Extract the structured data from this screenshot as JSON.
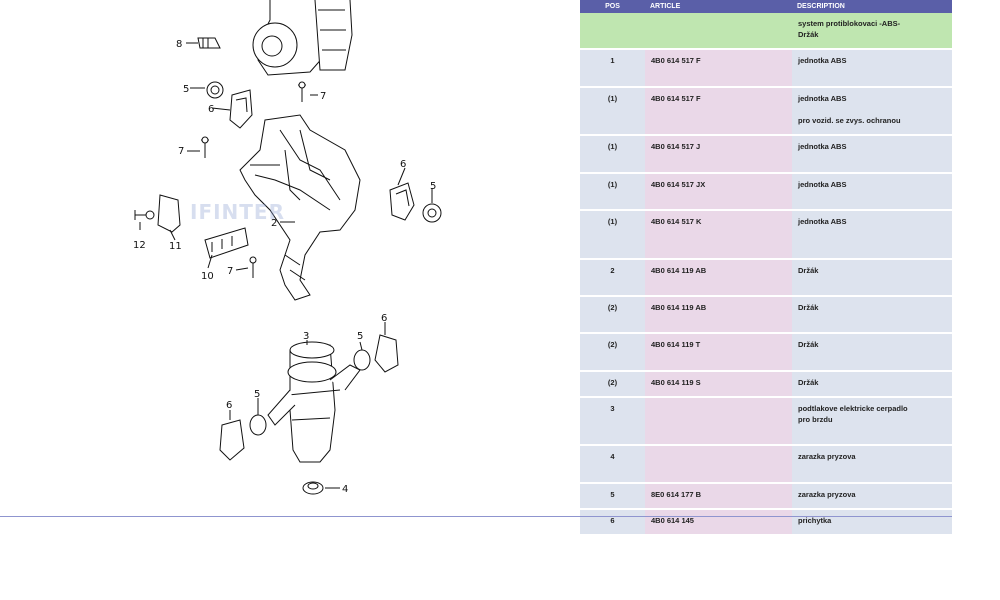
{
  "table": {
    "headers": {
      "pos": "POS",
      "article": "ARTICLE",
      "description": "DESCRIPTION"
    },
    "rows": [
      {
        "pos": "",
        "article": "",
        "desc": "system protiblokovaci    -ABS-",
        "desc2": "Držák",
        "kind": "header",
        "h": 35
      },
      {
        "pos": "1",
        "article": "4B0 614 517 F",
        "desc": "jednotka ABS",
        "desc2": "",
        "kind": "item",
        "h": 36
      },
      {
        "pos": "(1)",
        "article": "4B0 614 517 F",
        "desc": "jednotka ABS",
        "desc2": "pro vozid. se zvys. ochranou",
        "kind": "item",
        "h": 46
      },
      {
        "pos": "(1)",
        "article": "4B0 614 517 J",
        "desc": "jednotka ABS",
        "desc2": "",
        "kind": "item",
        "h": 36
      },
      {
        "pos": "(1)",
        "article": "4B0 614 517 JX",
        "desc": "jednotka ABS",
        "desc2": "",
        "kind": "item",
        "h": 35
      },
      {
        "pos": "(1)",
        "article": "4B0 614 517 K",
        "desc": "jednotka ABS",
        "desc2": "",
        "kind": "item",
        "h": 47
      },
      {
        "pos": "2",
        "article": "4B0 614 119 AB",
        "desc": "Držák",
        "desc2": "",
        "kind": "item",
        "h": 35
      },
      {
        "pos": "(2)",
        "article": "4B0 614 119 AB",
        "desc": "Držák",
        "desc2": "",
        "kind": "item",
        "h": 35
      },
      {
        "pos": "(2)",
        "article": "4B0 614 119 T",
        "desc": "Držák",
        "desc2": "",
        "kind": "item",
        "h": 36
      },
      {
        "pos": "(2)",
        "article": "4B0 614 119 S",
        "desc": "Držák",
        "desc2": "",
        "kind": "item",
        "h": 24
      },
      {
        "pos": "3",
        "article": "",
        "desc": "podtlakove elektricke cerpadlo",
        "desc2": "pro brzdu",
        "kind": "item",
        "h": 46
      },
      {
        "pos": "4",
        "article": "",
        "desc": "zarazka pryzova",
        "desc2": "",
        "kind": "item",
        "h": 36
      },
      {
        "pos": "5",
        "article": "8E0 614 177 B",
        "desc": "zarazka pryzova",
        "desc2": "",
        "kind": "item",
        "h": 24
      },
      {
        "pos": "6",
        "article": "4B0 614 145",
        "desc": "prichytka",
        "desc2": "",
        "kind": "item",
        "h": 24
      }
    ]
  },
  "diagram": {
    "watermark": "IFINTER",
    "callouts": [
      "8",
      "6",
      "5",
      "7",
      "7",
      "6",
      "5",
      "2",
      "12",
      "11",
      "10",
      "7",
      "3",
      "5",
      "6",
      "6",
      "5",
      "4"
    ]
  }
}
